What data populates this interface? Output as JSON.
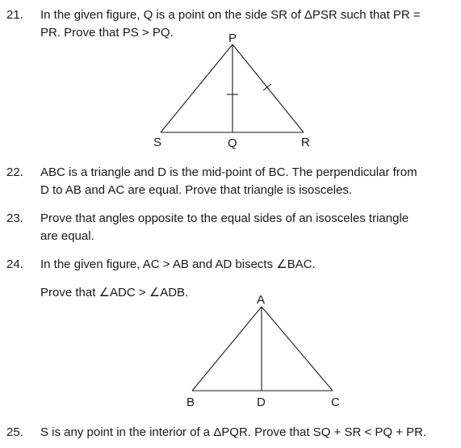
{
  "questions": [
    {
      "number": "21.",
      "lines": [
        "In the given figure, Q is a point on the side SR of ΔPSR such that PR =",
        "PR. Prove that PS > PQ."
      ],
      "figure": {
        "labels": {
          "top": "P",
          "left": "S",
          "middle": "Q",
          "right": "R"
        }
      }
    },
    {
      "number": "22.",
      "lines": [
        "ABC is a triangle and D is the mid-point of BC. The perpendicular from",
        "D to AB and AC are equal. Prove that triangle is isosceles."
      ]
    },
    {
      "number": "23.",
      "lines": [
        "Prove that angles opposite to the equal sides of an isosceles triangle",
        "are equal."
      ]
    },
    {
      "number": "24.",
      "lines": [
        "In the given figure, AC > AB and AD bisects ∠BAC.",
        "Prove that ∠ADC > ∠ADB."
      ],
      "figure": {
        "labels": {
          "top": "A",
          "left": "B",
          "middle": "D",
          "right": "C"
        }
      }
    },
    {
      "number": "25.",
      "lines": [
        "S is any point in the interior of a ΔPQR. Prove that SQ + SR < PQ + PR."
      ]
    }
  ]
}
